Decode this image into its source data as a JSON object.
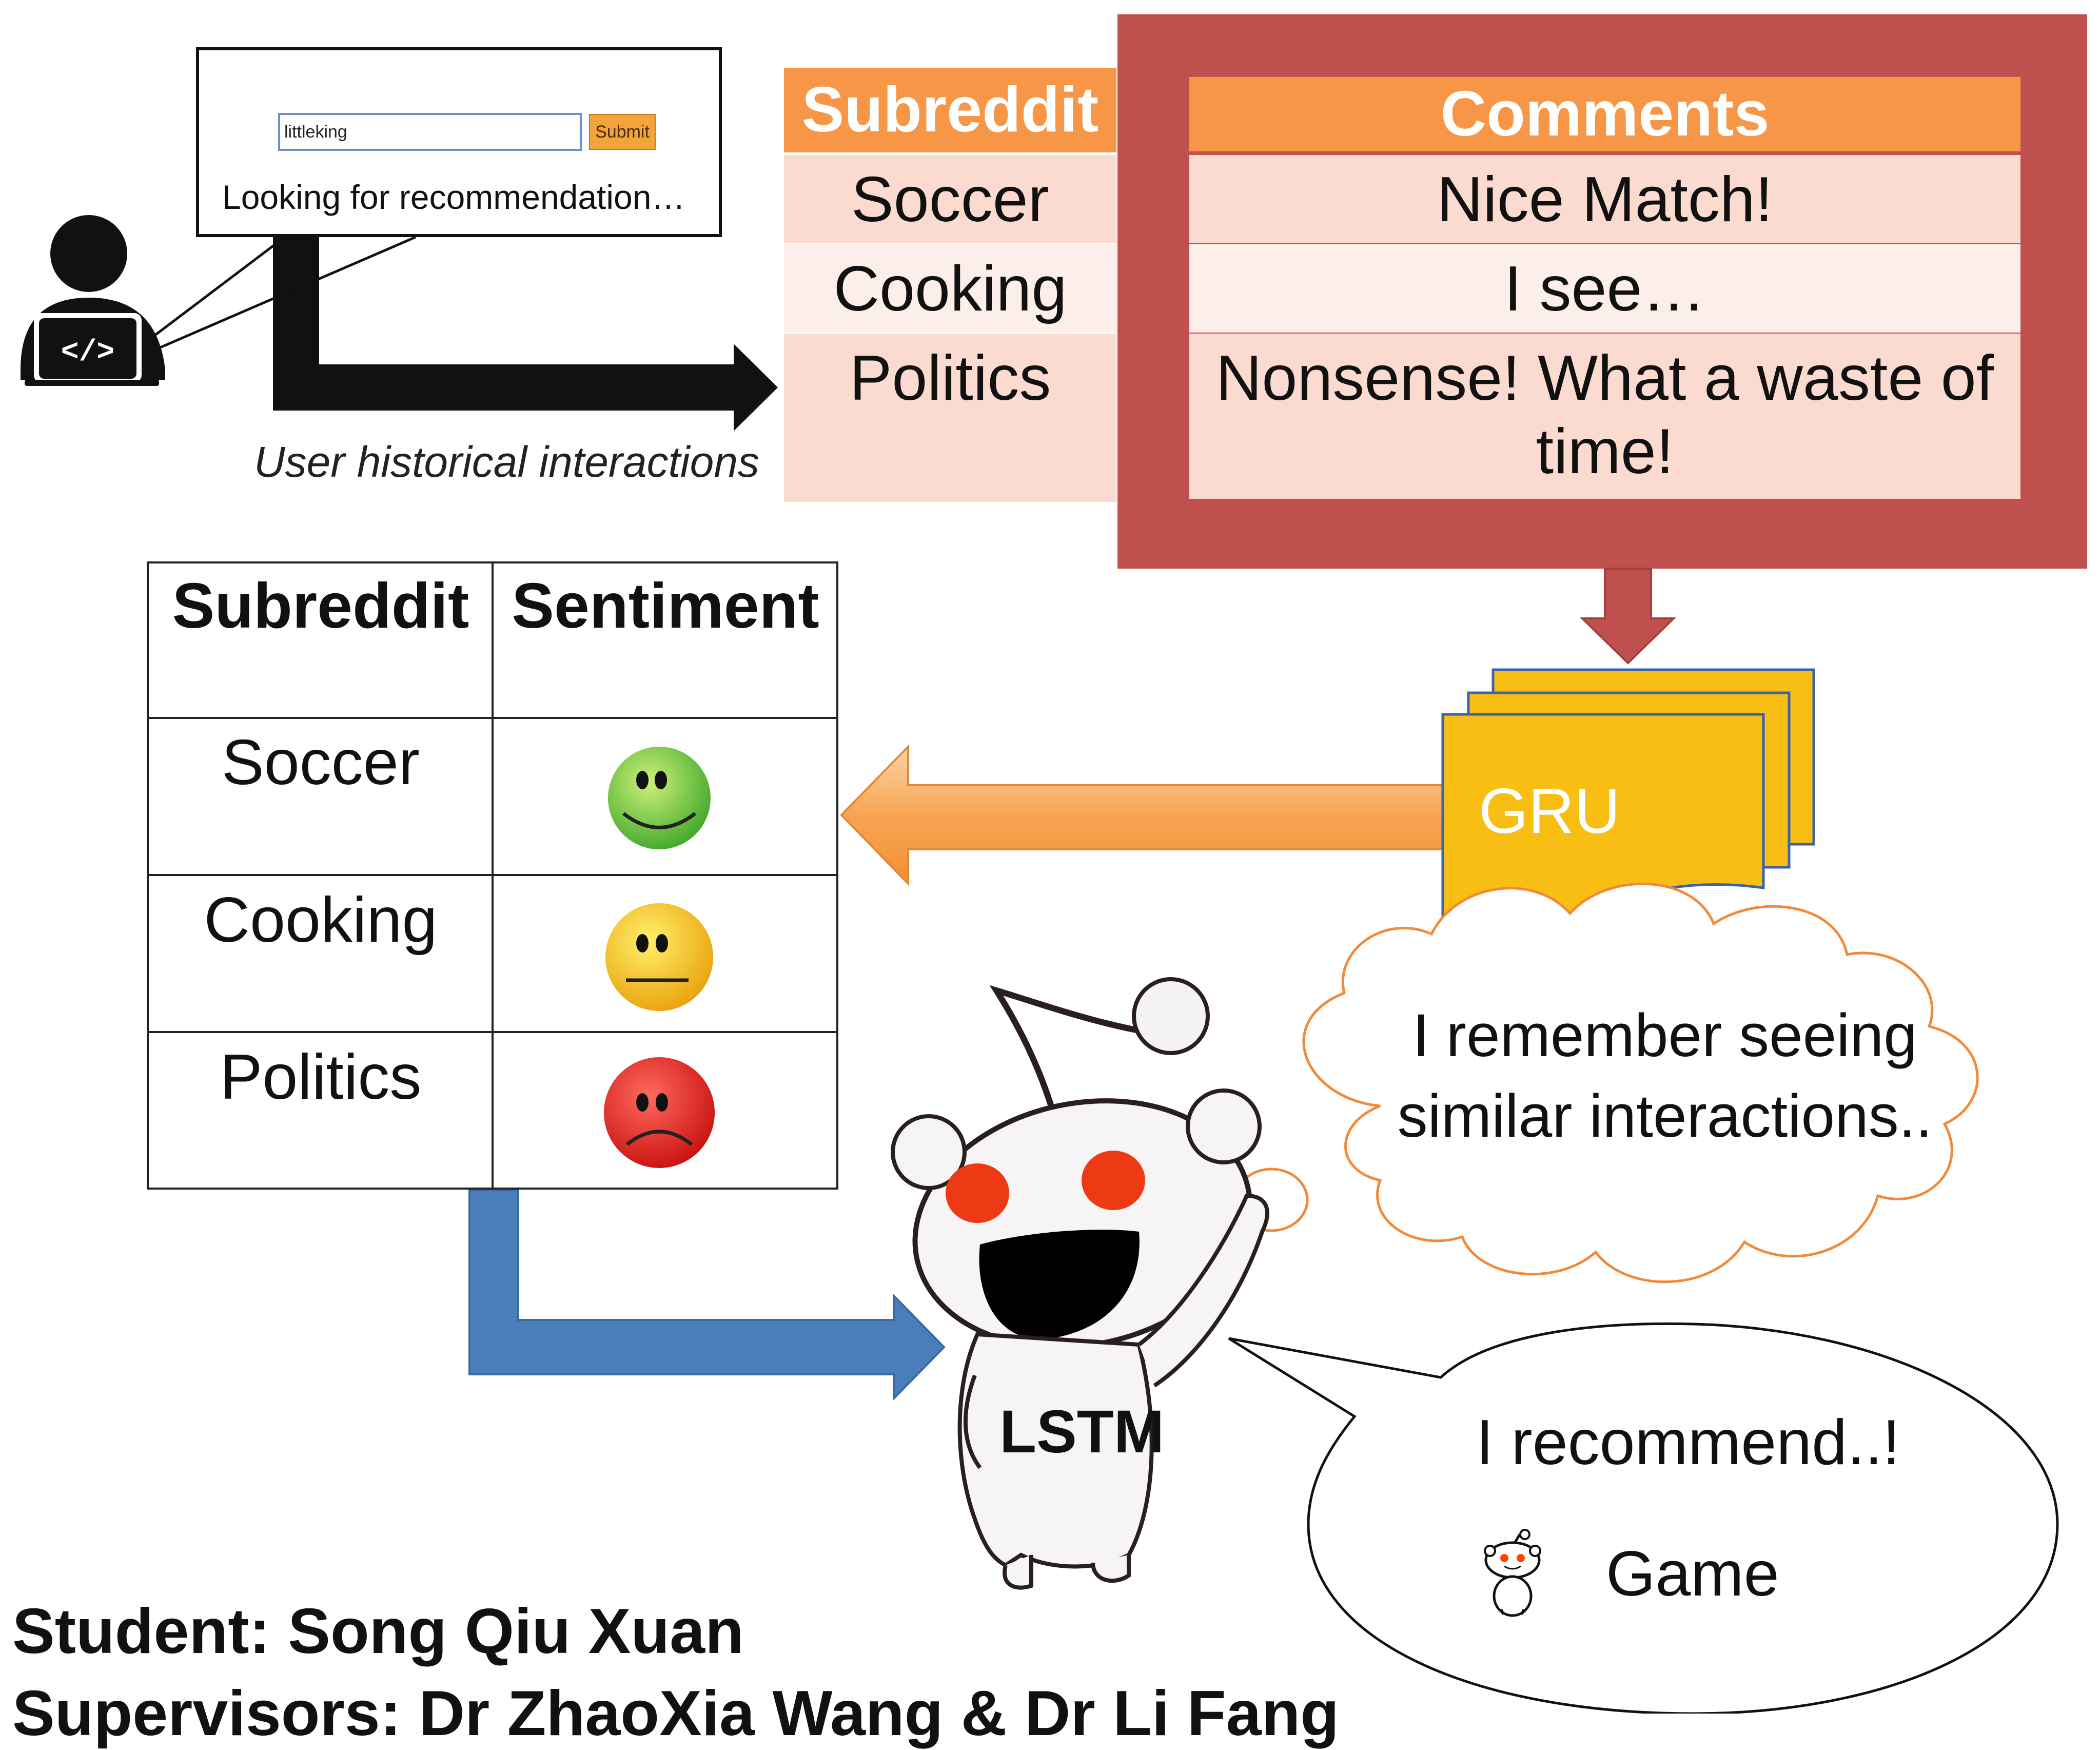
{
  "search": {
    "input_value": "littleking",
    "submit_label": "Submit",
    "status": "Looking for recommendation…"
  },
  "flow": {
    "interactions_label": "User historical interactions"
  },
  "history_table": {
    "header_subreddit": "Subreddit",
    "header_comments": "Comments",
    "rows": [
      {
        "subreddit": "Soccer",
        "comment": "Nice Match!"
      },
      {
        "subreddit": "Cooking",
        "comment": "I see…"
      },
      {
        "subreddit": "Politics",
        "comment": "Nonsense! What a waste of time!"
      }
    ]
  },
  "sentiment_table": {
    "header_subreddit": "Subreddit",
    "header_sentiment": "Sentiment",
    "rows": [
      {
        "subreddit": "Soccer",
        "sentiment": "positive",
        "icon": "happy-face-icon",
        "color": "#5cc43a"
      },
      {
        "subreddit": "Cooking",
        "sentiment": "neutral",
        "icon": "neutral-face-icon",
        "color": "#f2c21c"
      },
      {
        "subreddit": "Politics",
        "sentiment": "negative",
        "icon": "sad-face-icon",
        "color": "#e0201f"
      }
    ]
  },
  "model": {
    "gru_label": "GRU",
    "lstm_label": "LSTM"
  },
  "thought": {
    "text": "I remember seeing similar interactions.."
  },
  "speech": {
    "text": "I recommend..!",
    "item": "Game"
  },
  "credits": {
    "student": "Student: Song Qiu Xuan",
    "supervisors": "Supervisors: Dr ZhaoXia Wang & Dr Li Fang"
  },
  "colors": {
    "header_orange": "#f79646",
    "highlight_red": "#c0504d",
    "gru_yellow": "#f9be14",
    "arrow_blue": "#4a7ebb",
    "reddit_orange": "#ff4500"
  }
}
